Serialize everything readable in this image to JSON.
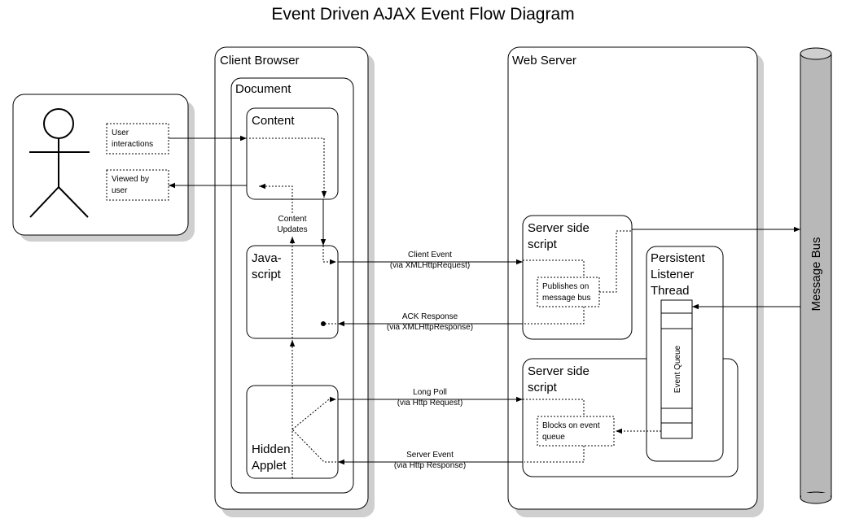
{
  "title": "Event Driven AJAX Event Flow Diagram",
  "client_browser": {
    "label": "Client Browser"
  },
  "document": {
    "label": "Document"
  },
  "content": {
    "label": "Content"
  },
  "javascript": {
    "line1": "Java-",
    "line2": "script"
  },
  "hidden_applet": {
    "line1": "Hidden",
    "line2": "Applet"
  },
  "content_updates": {
    "line1": "Content",
    "line2": "Updates"
  },
  "user": {
    "interactions": {
      "line1": "User",
      "line2": "interactions"
    },
    "viewed": {
      "line1": "Viewed by",
      "line2": "user"
    }
  },
  "web_server": {
    "label": "Web Server"
  },
  "server_script_1": {
    "line1": "Server side",
    "line2": "script"
  },
  "server_script_2": {
    "line1": "Server side",
    "line2": "script"
  },
  "publishes": {
    "line1": "Publishes on",
    "line2": "message bus"
  },
  "blocks": {
    "line1": "Blocks on event",
    "line2": "queue"
  },
  "listener": {
    "line1": "Persistent",
    "line2": "Listener",
    "line3": "Thread"
  },
  "event_queue": {
    "label": "Event Queue"
  },
  "message_bus": {
    "label": "Message Bus"
  },
  "flows": {
    "client_event": {
      "line1": "Client Event",
      "line2": "(via XMLHttpRequest)"
    },
    "ack_response": {
      "line1": "ACK Response",
      "line2": "(via XMLHttpResponse)"
    },
    "long_poll": {
      "line1": "Long Poll",
      "line2": "(via Http Request)"
    },
    "server_event": {
      "line1": "Server Event",
      "line2": "(via Http Response)"
    }
  }
}
